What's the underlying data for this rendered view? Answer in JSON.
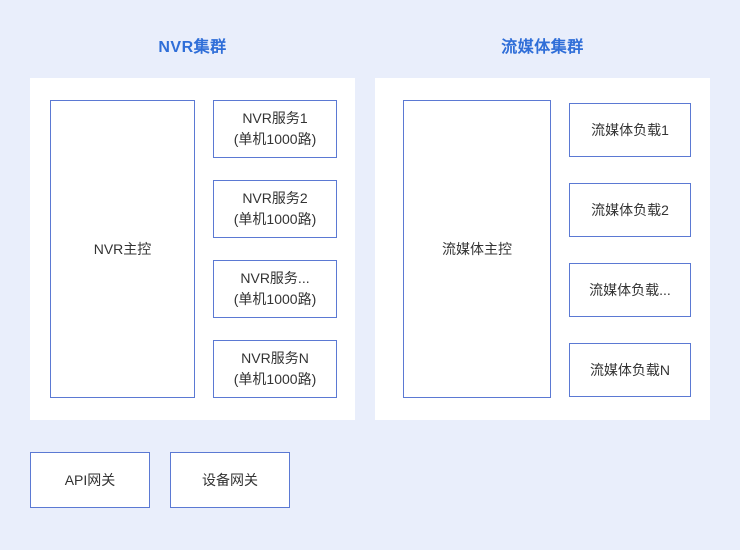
{
  "colors": {
    "background": "#e9eefb",
    "panel_background": "#ffffff",
    "box_border": "#5b79d3",
    "title_text": "#2f6ed8",
    "box_text": "#333333"
  },
  "clusters": [
    {
      "title": "NVR集群",
      "master": "NVR主控",
      "nodes": [
        {
          "line1": "NVR服务1",
          "line2": "(单机1000路)"
        },
        {
          "line1": "NVR服务2",
          "line2": "(单机1000路)"
        },
        {
          "line1": "NVR服务...",
          "line2": "(单机1000路)"
        },
        {
          "line1": "NVR服务N",
          "line2": "(单机1000路)"
        }
      ]
    },
    {
      "title": "流媒体集群",
      "master": "流媒体主控",
      "nodes": [
        {
          "line1": "流媒体负载1"
        },
        {
          "line1": "流媒体负载2"
        },
        {
          "line1": "流媒体负载..."
        },
        {
          "line1": "流媒体负载N"
        }
      ]
    }
  ],
  "gateways": [
    {
      "label": "API网关"
    },
    {
      "label": "设备网关"
    }
  ]
}
